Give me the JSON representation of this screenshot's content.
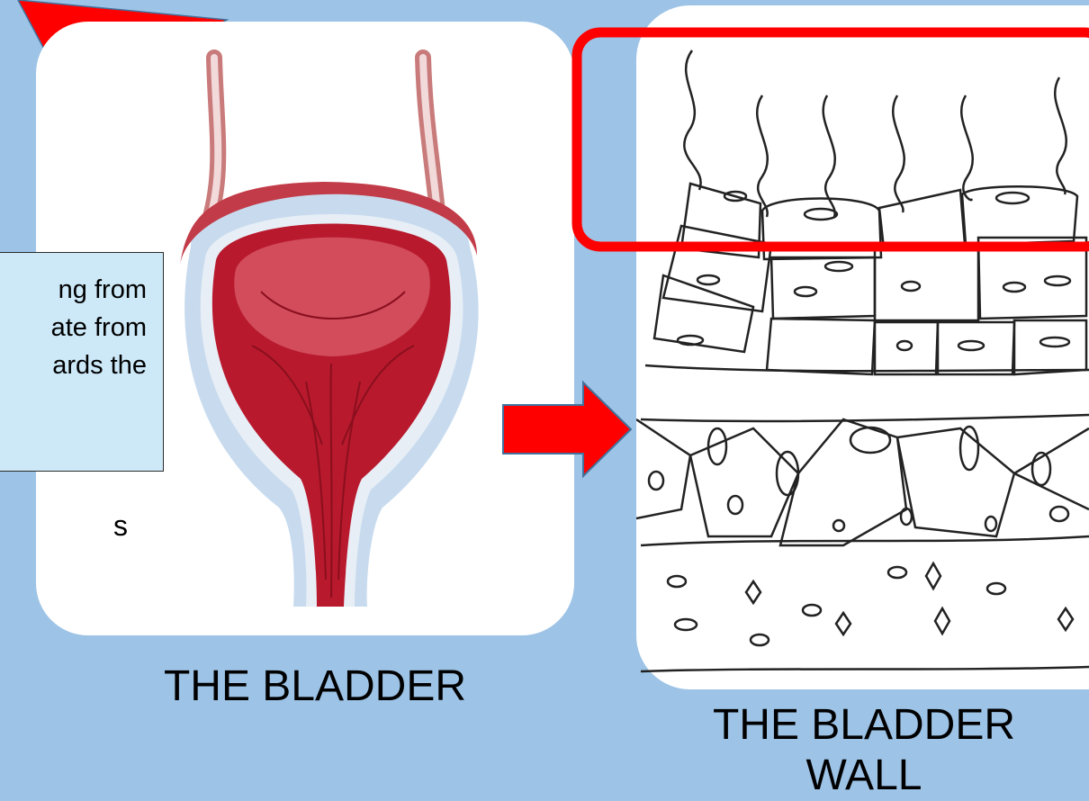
{
  "captions": {
    "bladder": "THE BLADDER",
    "wall_line1": "THE BLADDER",
    "wall_line2": "WALL"
  },
  "callout": {
    "lines": [
      "ng  from",
      "ate  from",
      "ards  the"
    ],
    "partial_text": "s"
  },
  "colors": {
    "background": "#9dc3e6",
    "card": "#ffffff",
    "highlight_box": "#ff0000",
    "arrow": "#ff0000",
    "arrow_outline": "#41719c",
    "callout_fill": "#cde9f8"
  }
}
